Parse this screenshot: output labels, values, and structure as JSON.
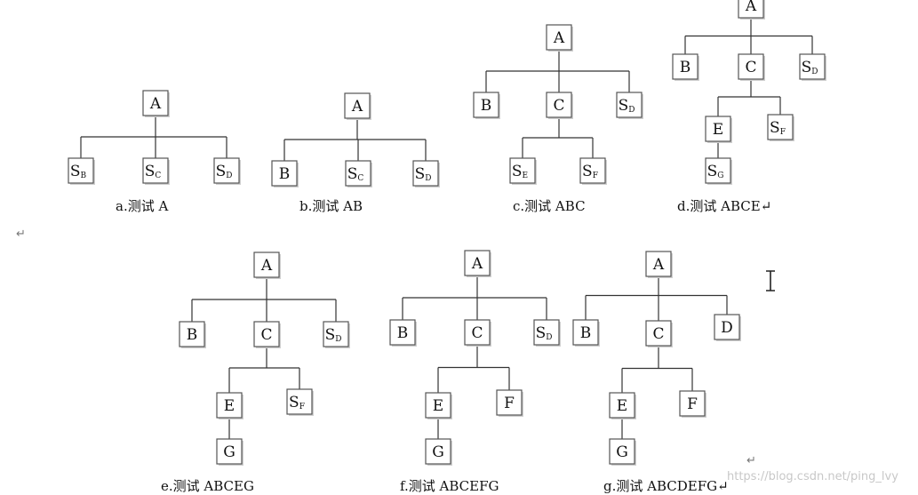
{
  "colors": {
    "box_stroke": "#555555",
    "line": "#333333",
    "text": "#111111"
  },
  "diagrams": [
    {
      "id": "a",
      "caption": "a.测试 A",
      "nodes": {
        "A": "A",
        "SB": "SB",
        "SC": "SC",
        "SD": "SD"
      },
      "edges": [
        [
          "A",
          "SB"
        ],
        [
          "A",
          "SC"
        ],
        [
          "A",
          "SD"
        ]
      ]
    },
    {
      "id": "b",
      "caption": "b.测试 AB",
      "nodes": {
        "A": "A",
        "B": "B",
        "SC": "SC",
        "SD": "SD"
      },
      "edges": [
        [
          "A",
          "B"
        ],
        [
          "A",
          "SC"
        ],
        [
          "A",
          "SD"
        ]
      ]
    },
    {
      "id": "c",
      "caption": "c.测试 ABC",
      "nodes": {
        "A": "A",
        "B": "B",
        "C": "C",
        "SD": "SD",
        "SE": "SE",
        "SF": "SF"
      },
      "edges": [
        [
          "A",
          "B"
        ],
        [
          "A",
          "C"
        ],
        [
          "A",
          "SD"
        ],
        [
          "C",
          "SE"
        ],
        [
          "C",
          "SF"
        ]
      ]
    },
    {
      "id": "d",
      "caption": "d.测试 ABCE↵",
      "nodes": {
        "A": "A",
        "B": "B",
        "C": "C",
        "SD": "SD",
        "E": "E",
        "SF": "SF",
        "SG": "SG"
      },
      "edges": [
        [
          "A",
          "B"
        ],
        [
          "A",
          "C"
        ],
        [
          "A",
          "SD"
        ],
        [
          "C",
          "E"
        ],
        [
          "C",
          "SF"
        ],
        [
          "E",
          "SG"
        ]
      ]
    },
    {
      "id": "e",
      "caption": "e.测试 ABCEG",
      "nodes": {
        "A": "A",
        "B": "B",
        "C": "C",
        "SD": "SD",
        "E": "E",
        "SF": "SF",
        "G": "G"
      },
      "edges": [
        [
          "A",
          "B"
        ],
        [
          "A",
          "C"
        ],
        [
          "A",
          "SD"
        ],
        [
          "C",
          "E"
        ],
        [
          "C",
          "SF"
        ],
        [
          "E",
          "G"
        ]
      ]
    },
    {
      "id": "f",
      "caption": "f.测试 ABCEFG",
      "nodes": {
        "A": "A",
        "B": "B",
        "C": "C",
        "SD": "SD",
        "E": "E",
        "F": "F",
        "G": "G"
      },
      "edges": [
        [
          "A",
          "B"
        ],
        [
          "A",
          "C"
        ],
        [
          "A",
          "SD"
        ],
        [
          "C",
          "E"
        ],
        [
          "C",
          "F"
        ],
        [
          "E",
          "G"
        ]
      ]
    },
    {
      "id": "g",
      "caption": "g.测试 ABCDEFG↵",
      "nodes": {
        "A": "A",
        "B": "B",
        "C": "C",
        "D": "D",
        "E": "E",
        "F": "F",
        "G": "G"
      },
      "edges": [
        [
          "A",
          "B"
        ],
        [
          "A",
          "C"
        ],
        [
          "A",
          "D"
        ],
        [
          "C",
          "E"
        ],
        [
          "C",
          "F"
        ],
        [
          "E",
          "G"
        ]
      ]
    }
  ],
  "para_marks": [
    "↵",
    "↵"
  ],
  "watermark": "https://blog.csdn.net/ping_lvy",
  "cursor_icon": "text-cursor-icon"
}
